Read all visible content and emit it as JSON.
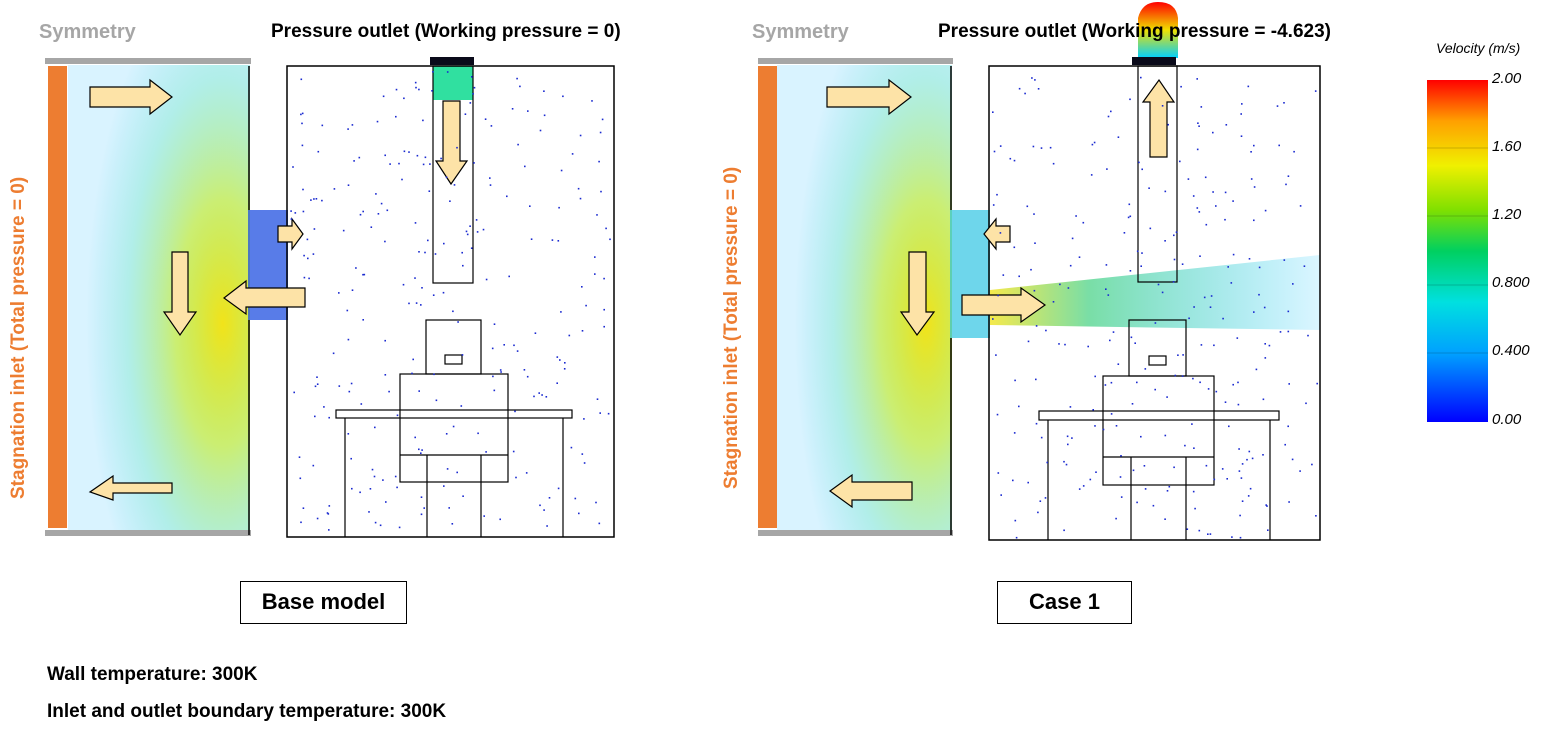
{
  "panels": [
    {
      "symmetry_label": "Symmetry",
      "outlet_label": "Pressure outlet (Working pressure = 0)",
      "inlet_label": "Stagnation inlet (Total pressure = 0)",
      "case_label": "Base model"
    },
    {
      "symmetry_label": "Symmetry",
      "outlet_label": "Pressure outlet (Working pressure = -4.623)",
      "inlet_label": "Stagnation inlet (Total pressure = 0)",
      "case_label": "Case 1"
    }
  ],
  "notes": {
    "wall_temperature": "Wall temperature: 300K",
    "boundary_temperature": "Inlet and outlet boundary temperature: 300K"
  },
  "legend": {
    "title": "Velocity (m/s)",
    "ticks": [
      "2.00",
      "1.60",
      "1.20",
      "0.800",
      "0.400",
      "0.00"
    ],
    "range": [
      0,
      2.0
    ]
  },
  "colors": {
    "inlet": "#ed7d31",
    "symmetry": "#a6a6a6",
    "arrow_fill": "#fde3a7"
  }
}
